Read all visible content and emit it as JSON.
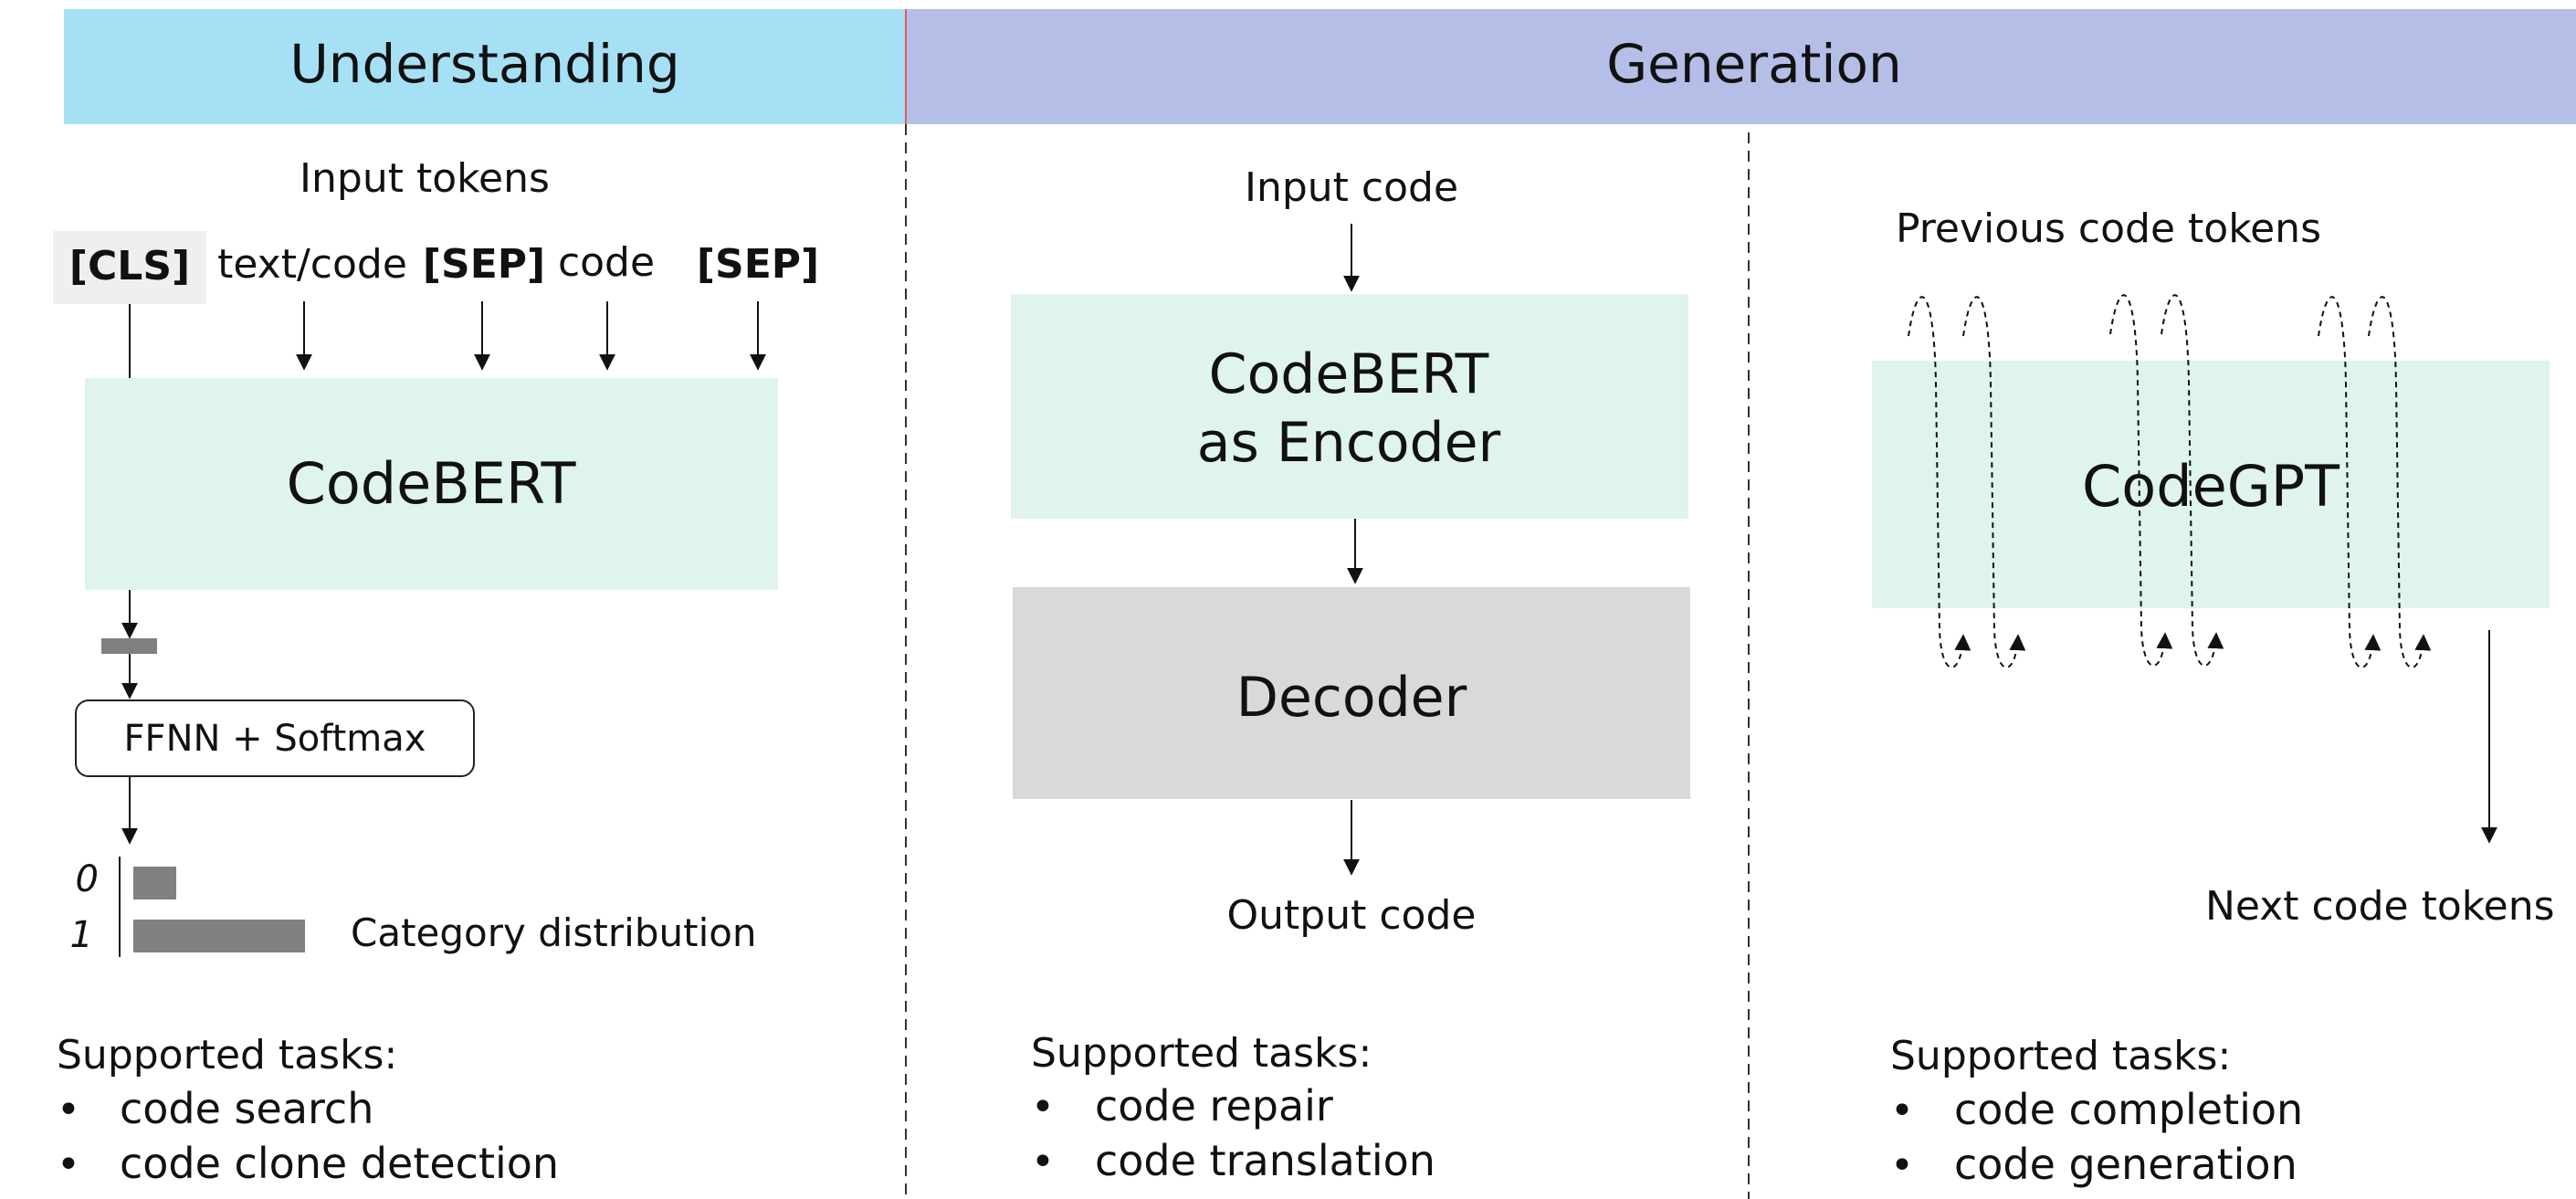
{
  "colors": {
    "understanding_bar": "#A6E0F5",
    "generation_bar": "#B5BEE7",
    "bar_divider": "#E05A5A",
    "model_fill": "#DFF4EF",
    "decoder_fill": "#D9D9D9",
    "cls_fill": "#EFEFEF",
    "dist_bar": "#808080"
  },
  "headers": {
    "understanding": "Understanding",
    "generation": "Generation"
  },
  "understanding": {
    "input_label": "Input tokens",
    "tokens": [
      "[CLS]",
      "text/code",
      "[SEP]",
      "code",
      "[SEP]"
    ],
    "model": "CodeBERT",
    "head": "FFNN + Softmax",
    "distribution": {
      "label": "Category distribution",
      "categories": [
        "0",
        "1"
      ],
      "values": [
        0.25,
        1.0
      ]
    },
    "tasks_title": "Supported tasks:",
    "tasks": [
      "code search",
      "code clone detection"
    ]
  },
  "encdec": {
    "input_label": "Input code",
    "encoder_line1": "CodeBERT",
    "encoder_line2": "as Encoder",
    "decoder": "Decoder",
    "output_label": "Output code",
    "tasks_title": "Supported tasks:",
    "tasks": [
      "code repair",
      "code translation"
    ]
  },
  "gpt": {
    "input_label": "Previous code tokens",
    "model": "CodeGPT",
    "output_label": "Next code tokens",
    "tasks_title": "Supported tasks:",
    "tasks": [
      "code completion",
      "code generation"
    ]
  },
  "bullet": "•"
}
